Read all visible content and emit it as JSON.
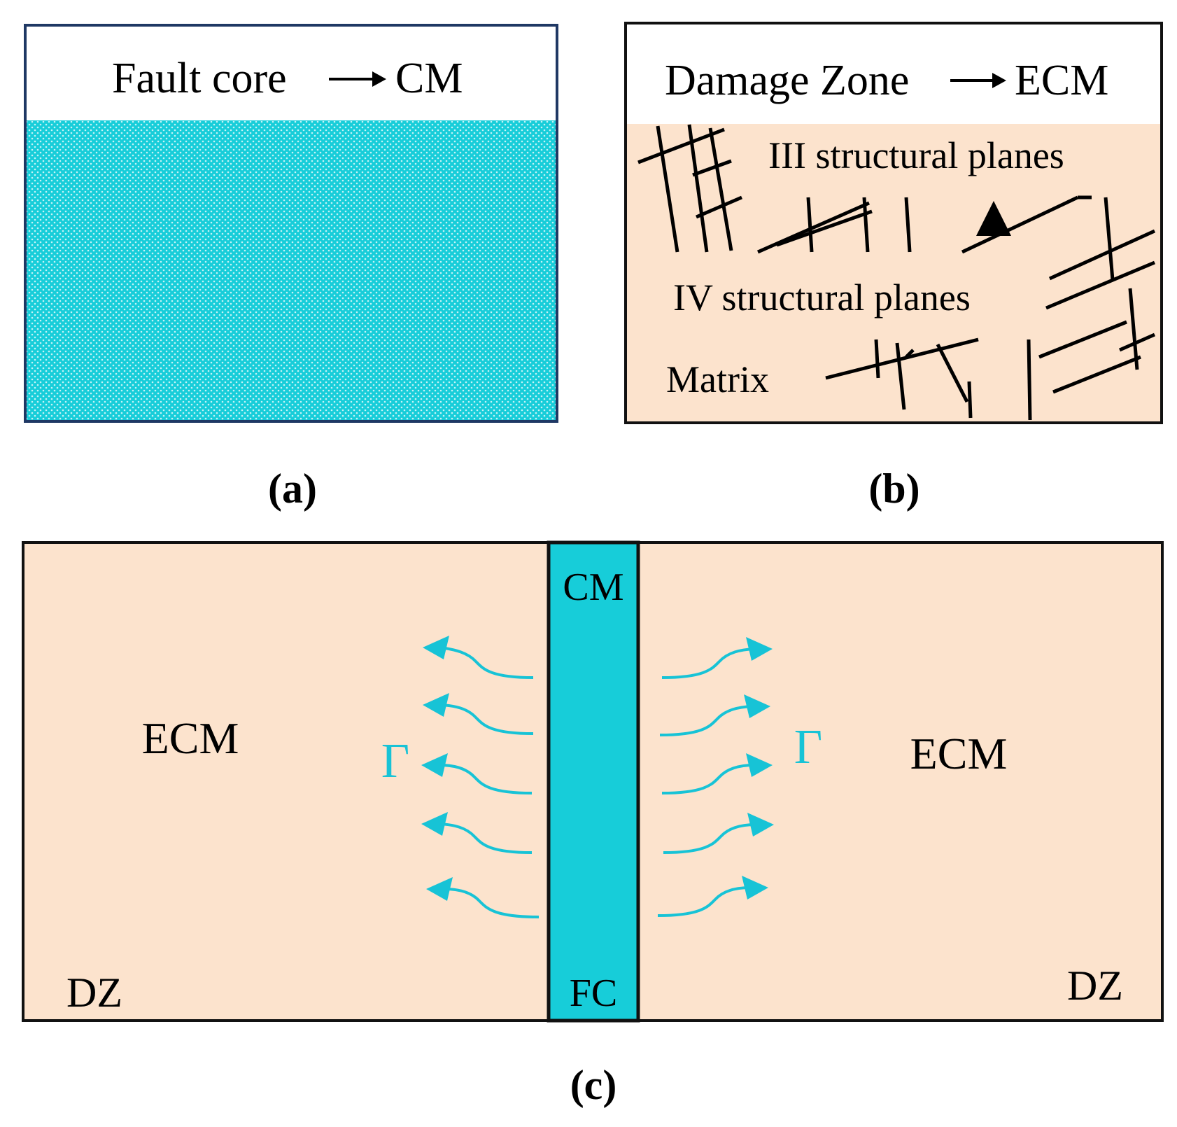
{
  "panel_a": {
    "title_left": "Fault core",
    "title_right": "CM",
    "caption": "(a)",
    "colors": {
      "fill": "#17cdd9",
      "dot": "#ffffff",
      "border": "#1f3864"
    }
  },
  "panel_b": {
    "title_left": "Damage  Zone",
    "title_right": "ECM",
    "label_iii": "III structural planes",
    "label_iv": "IV  structural planes",
    "label_matrix": "Matrix",
    "caption": "(b)",
    "colors": {
      "fill": "#fce3cd",
      "border": "#111111",
      "fracture": "#000000"
    }
  },
  "panel_c": {
    "label_cm": "CM",
    "label_fc": "FC",
    "label_ecm_left": "ECM",
    "label_ecm_right": "ECM",
    "label_gamma_left": "Γ",
    "label_gamma_right": "Γ",
    "label_dz_left": "DZ",
    "label_dz_right": "DZ",
    "caption": "(c)",
    "colors": {
      "fill": "#fce3cd",
      "core": "#17cdd9",
      "arrow": "#17c3d6",
      "border": "#111111"
    }
  }
}
